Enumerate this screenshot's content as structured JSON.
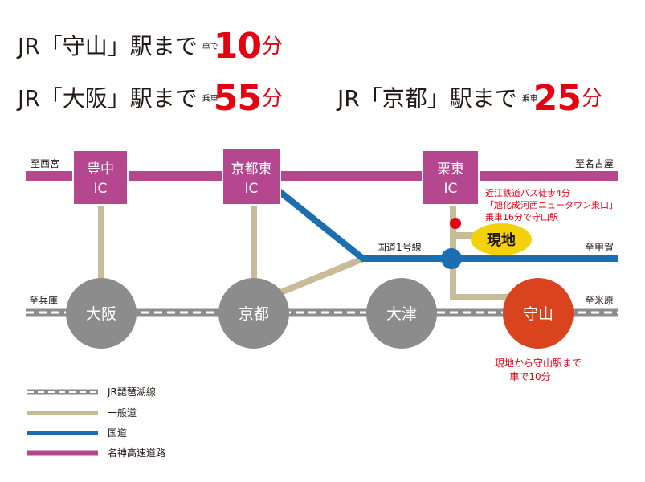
{
  "access": [
    {
      "destination": "JR「守山」駅まで",
      "mode": "車で",
      "minutes": "10",
      "unit": "分"
    },
    {
      "destination": "JR「大阪」駅まで",
      "mode": "乗車",
      "minutes": "55",
      "unit": "分"
    },
    {
      "destination": "JR「京都」駅まで",
      "mode": "乗車",
      "minutes": "25",
      "unit": "分"
    }
  ],
  "map": {
    "expressway_west": "至西宮",
    "expressway_east": "至名古屋",
    "rail_west": "至兵庫",
    "rail_east": "至米原",
    "route1_label": "国道1号線",
    "route1_east": "至甲賀",
    "interchanges": [
      {
        "line1": "豊中",
        "line2": "IC"
      },
      {
        "line1": "京都東",
        "line2": "IC"
      },
      {
        "line1": "栗東",
        "line2": "IC"
      }
    ],
    "stations": [
      "大阪",
      "京都",
      "大津",
      "守山"
    ],
    "site_label": "現地",
    "bus_note": [
      "近江鉄道バス徒歩4分",
      "「旭化成河西ニュータウン東口」",
      "乗車16分で守山駅"
    ],
    "car_note": [
      "現地から守山駅まで",
      "車で10分"
    ]
  },
  "legend": [
    {
      "label": "JR琵琶湖線",
      "style": "rail"
    },
    {
      "label": "一般道",
      "style": "road",
      "color": "#c8bb98"
    },
    {
      "label": "国道",
      "style": "national",
      "color": "#1b6fb0"
    },
    {
      "label": "名神高速道路",
      "style": "expressway",
      "color": "#b5478f"
    }
  ],
  "colors": {
    "expressway": "#b5478f",
    "ic_box": "#b5478f",
    "national_road": "#1b6fb0",
    "local_road": "#c8bb98",
    "station": "#8c8c8c",
    "moriyama_station": "#d9431e",
    "site": "#f4d20b",
    "accent_red": "#e50012"
  }
}
